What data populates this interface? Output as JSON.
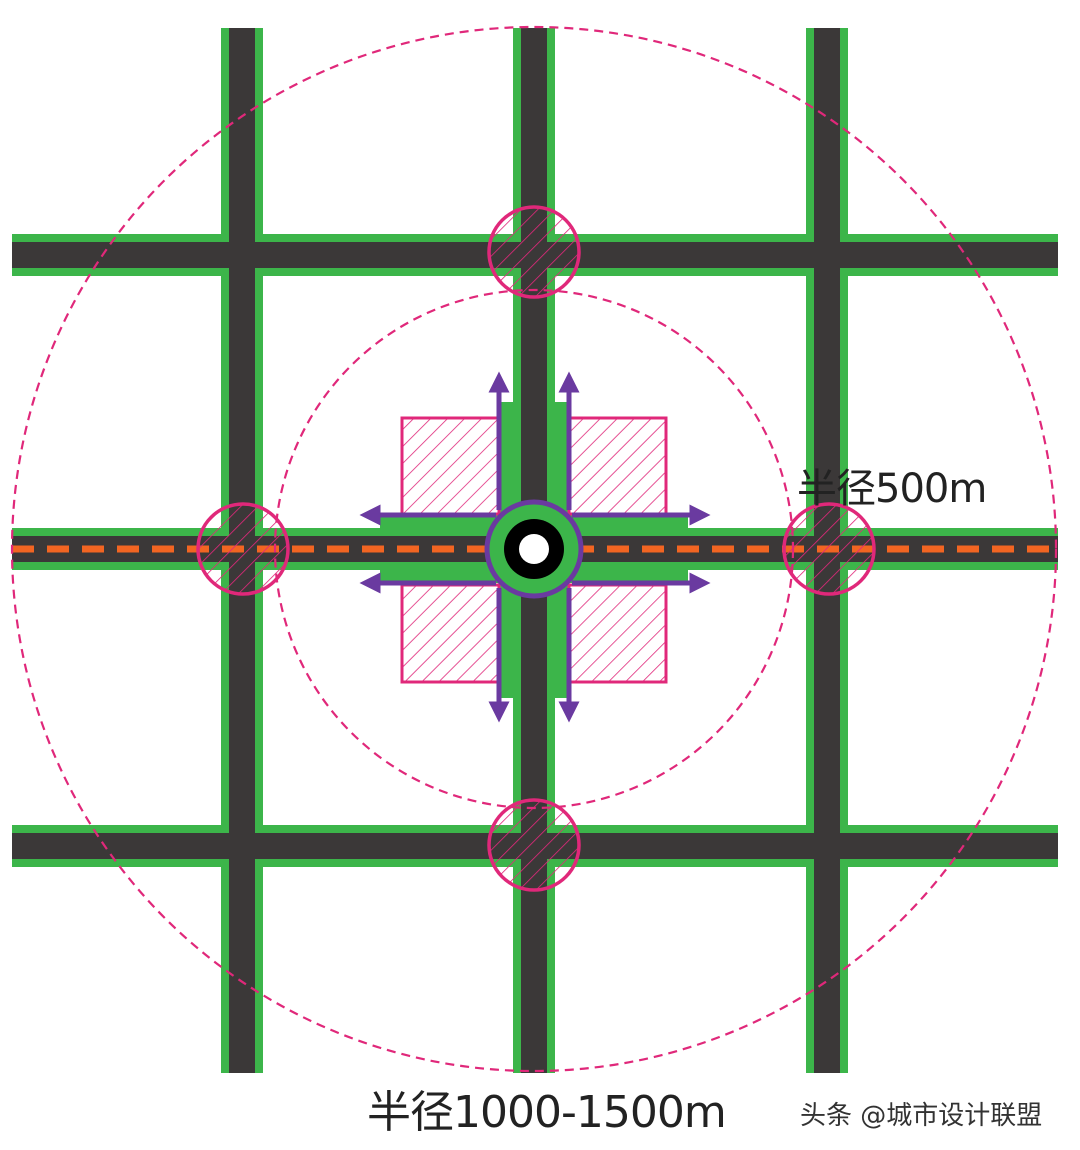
{
  "labels": {
    "inner_radius": "半径500m",
    "outer_radius": "半径1000-1500m"
  },
  "watermark": "头条 @城市设计联盟",
  "colors": {
    "road": "#3b3838",
    "green": "#3cb54a",
    "pink": "#e0287a",
    "purple": "#6a3aa0",
    "rail": "#f26522",
    "station_ring": "#000000"
  }
}
